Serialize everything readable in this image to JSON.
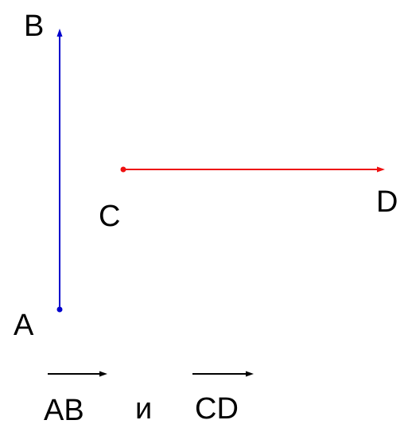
{
  "points": {
    "A": "A",
    "B": "B",
    "C": "C",
    "D": "D"
  },
  "vectors": [
    {
      "name": "AB",
      "from": "A",
      "to": "B",
      "color": "#0000cc"
    },
    {
      "name": "CD",
      "from": "C",
      "to": "D",
      "color": "#ee1111"
    }
  ],
  "caption": {
    "vector1": "AB",
    "conjunction": "и",
    "vector2": "CD"
  }
}
